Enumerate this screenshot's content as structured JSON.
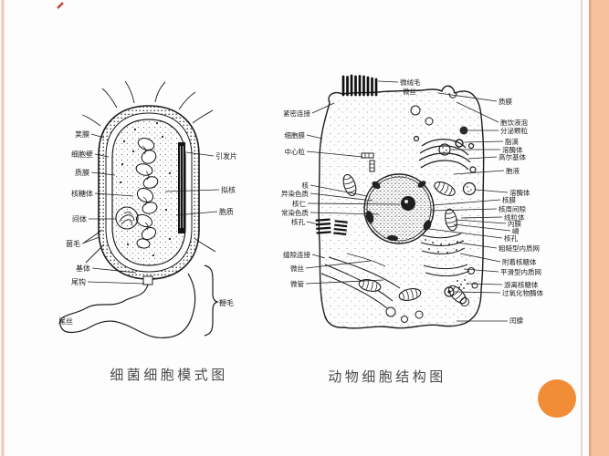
{
  "captions": {
    "bacteria": "细菌细胞模式图",
    "animal": "动物细胞结构图"
  },
  "bacteria": {
    "left_labels": [
      "荚膜",
      "细胞壁",
      "质膜",
      "核糖体",
      "间体",
      "菌毛"
    ],
    "right_labels": [
      "引发片",
      "拟核",
      "胞质"
    ],
    "flagellum_labels": [
      "基体",
      "尾钩",
      "尾丝"
    ],
    "flagellum_bracket_label": "鞭毛"
  },
  "animal": {
    "top_labels": [
      "微绒毛",
      "微丝"
    ],
    "left_labels": [
      "紧密连接",
      "细胞膜",
      "中心粒",
      "核",
      "异染色质",
      "核仁",
      "常染色质",
      "核孔",
      "缝隙连接",
      "微丝",
      "微管"
    ],
    "right_labels": [
      "质膜",
      "胞饮液泡",
      "分泌颗粒",
      "脂滴",
      "溶酶体",
      "高尔基体",
      "胞液",
      "溶酶体",
      "核膜",
      "核周间隙",
      "线粒体",
      "内膜",
      "嵴",
      "核孔",
      "粗糙型内质网",
      "附着核糖体",
      "平滑型内质网",
      "游离核糖体",
      "过氧化物酶体",
      "闰腺"
    ]
  },
  "decor": {
    "stripe_color": "#f2c6b2",
    "thin_line_color": "#e6d6d2",
    "band_color": "#f8c19e",
    "band_edge_color": "#e5a57d",
    "accent_circle_color": "#f18d36",
    "stray_mark_color": "#c64533"
  }
}
